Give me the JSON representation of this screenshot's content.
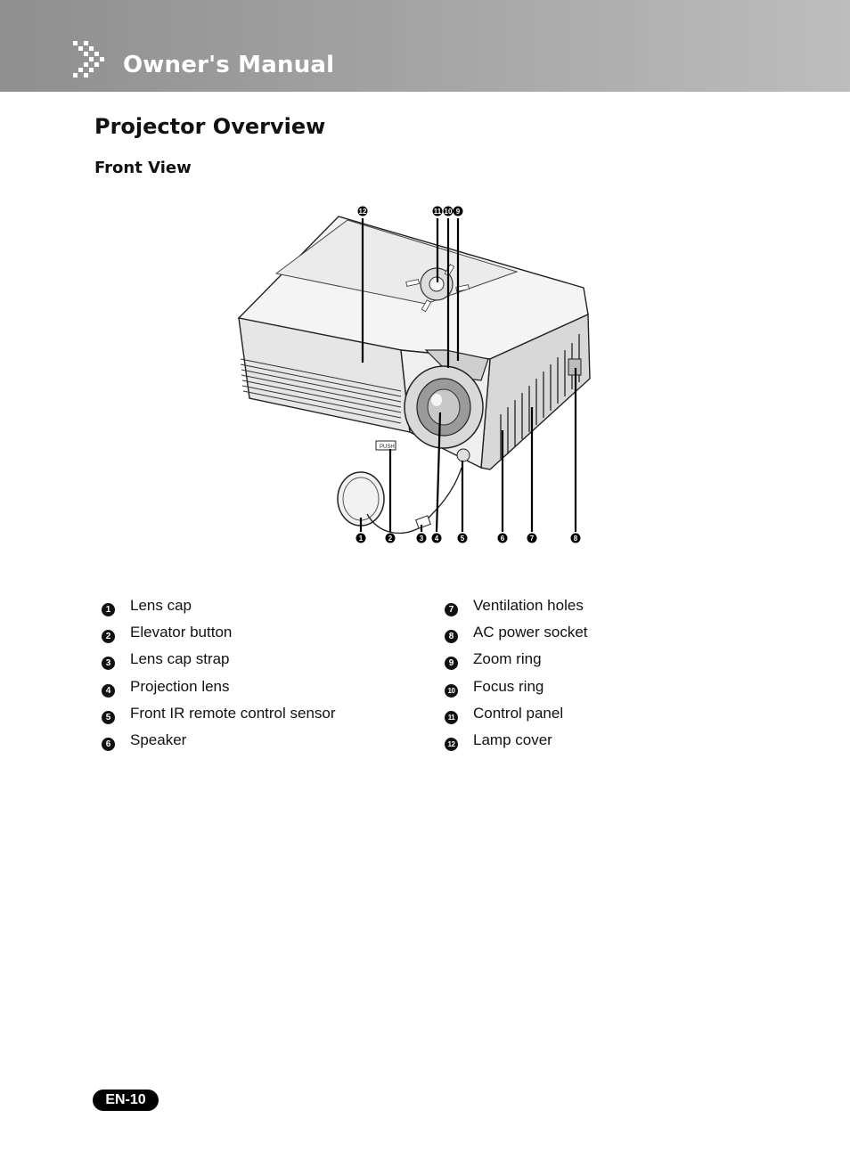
{
  "header": {
    "title": "Owner's Manual"
  },
  "page": {
    "title": "Projector Overview",
    "section": "Front View",
    "number": "EN-10"
  },
  "callouts": [
    "1",
    "2",
    "3",
    "4",
    "5",
    "6",
    "7",
    "8",
    "9",
    "10",
    "11",
    "12"
  ],
  "legend": {
    "left": [
      {
        "num": "1",
        "label": "Lens cap"
      },
      {
        "num": "2",
        "label": "Elevator button"
      },
      {
        "num": "3",
        "label": "Lens cap strap"
      },
      {
        "num": "4",
        "label": "Projection lens"
      },
      {
        "num": "5",
        "label": "Front IR remote control sensor"
      },
      {
        "num": "6",
        "label": "Speaker"
      }
    ],
    "right": [
      {
        "num": "7",
        "label": "Ventilation holes"
      },
      {
        "num": "8",
        "label": "AC power socket"
      },
      {
        "num": "9",
        "label": "Zoom ring"
      },
      {
        "num": "10",
        "label": "Focus ring"
      },
      {
        "num": "11",
        "label": "Control panel"
      },
      {
        "num": "12",
        "label": "Lamp cover"
      }
    ]
  },
  "diagram": {
    "button_label": "PUSH"
  }
}
